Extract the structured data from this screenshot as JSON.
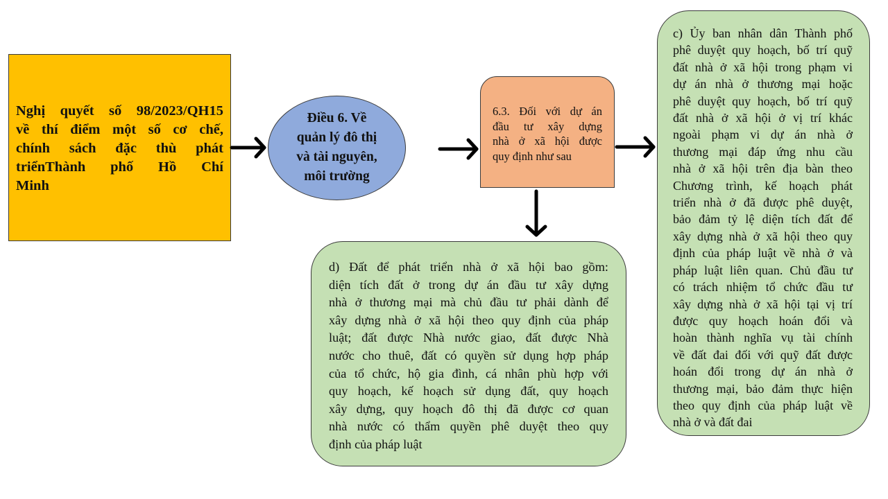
{
  "colors": {
    "yellow": "#FFC000",
    "blue": "#8FAADC",
    "orange": "#F4B183",
    "green": "#C5E0B4"
  },
  "resolution_box": {
    "lines": [
      "Nghị quyết số 98/2023/QH15",
      "về thí điểm một số cơ chế,",
      "chính sách đặc thù phát",
      "triểnThành phố Hồ Chí",
      "Minh"
    ]
  },
  "article_ellipse": {
    "lines": [
      "Điều 6. Về",
      "quản lý đô thị",
      "và tài nguyên,",
      "môi trường"
    ]
  },
  "clause_box": {
    "lines": [
      "6.3. Đối với dự án",
      "đầu tư xây dựng",
      "nhà ở xã hội được",
      "quy định như sau"
    ]
  },
  "point_c_box": {
    "lines": [
      "c) Ủy ban nhân dân Thành phố",
      "phê duyệt quy hoạch, bố trí quỹ",
      "đất nhà ở xã hội trong phạm vi",
      "dự án nhà ở thương mại hoặc",
      "phê duyệt quy hoạch, bố trí quỹ",
      "đất nhà ở xã hội ở vị trí khác",
      "ngoài phạm vi dự án nhà ở",
      "thương mại đáp ứng nhu cầu",
      "nhà ở xã hội trên địa bàn theo",
      "Chương trình, kế hoạch phát",
      "triển nhà ở đã được phê duyệt,",
      "bảo đảm tỷ lệ diện tích đất để",
      "xây dựng nhà ở xã hội theo quy",
      "định của pháp luật về nhà ở và",
      "pháp luật liên quan. Chủ đầu tư",
      "có trách nhiệm tổ chức đầu tư",
      "xây dựng nhà ở xã hội tại vị trí",
      "được quy hoạch hoán đổi và",
      "hoàn thành nghĩa vụ tài chính",
      "về đất đai đối với quỹ đất được",
      "hoán đổi trong dự án nhà ở",
      "thương mại, bảo đảm thực hiện",
      "theo quy định của pháp luật về",
      "nhà ở và đất đai"
    ]
  },
  "point_d_box": {
    "lines": [
      "d) Đất để phát triển nhà ở xã hội bao gồm:",
      "diện tích đất ở trong dự án đầu tư xây dựng",
      "nhà ở thương mại mà chủ đầu tư phải dành để",
      "xây dựng nhà ở xã hội theo quy định của pháp",
      "luật; đất được Nhà nước giao, đất được Nhà",
      "nước cho thuê, đất có quyền sử dụng hợp pháp",
      "của tổ chức, hộ gia đình, cá nhân phù hợp với",
      "quy hoạch, kế hoạch sử dụng đất, quy hoạch",
      "xây dựng, quy hoạch đô thị đã được cơ quan",
      "nhà nước có thẩm quyền phê duyệt theo quy",
      "định của pháp luật"
    ]
  }
}
